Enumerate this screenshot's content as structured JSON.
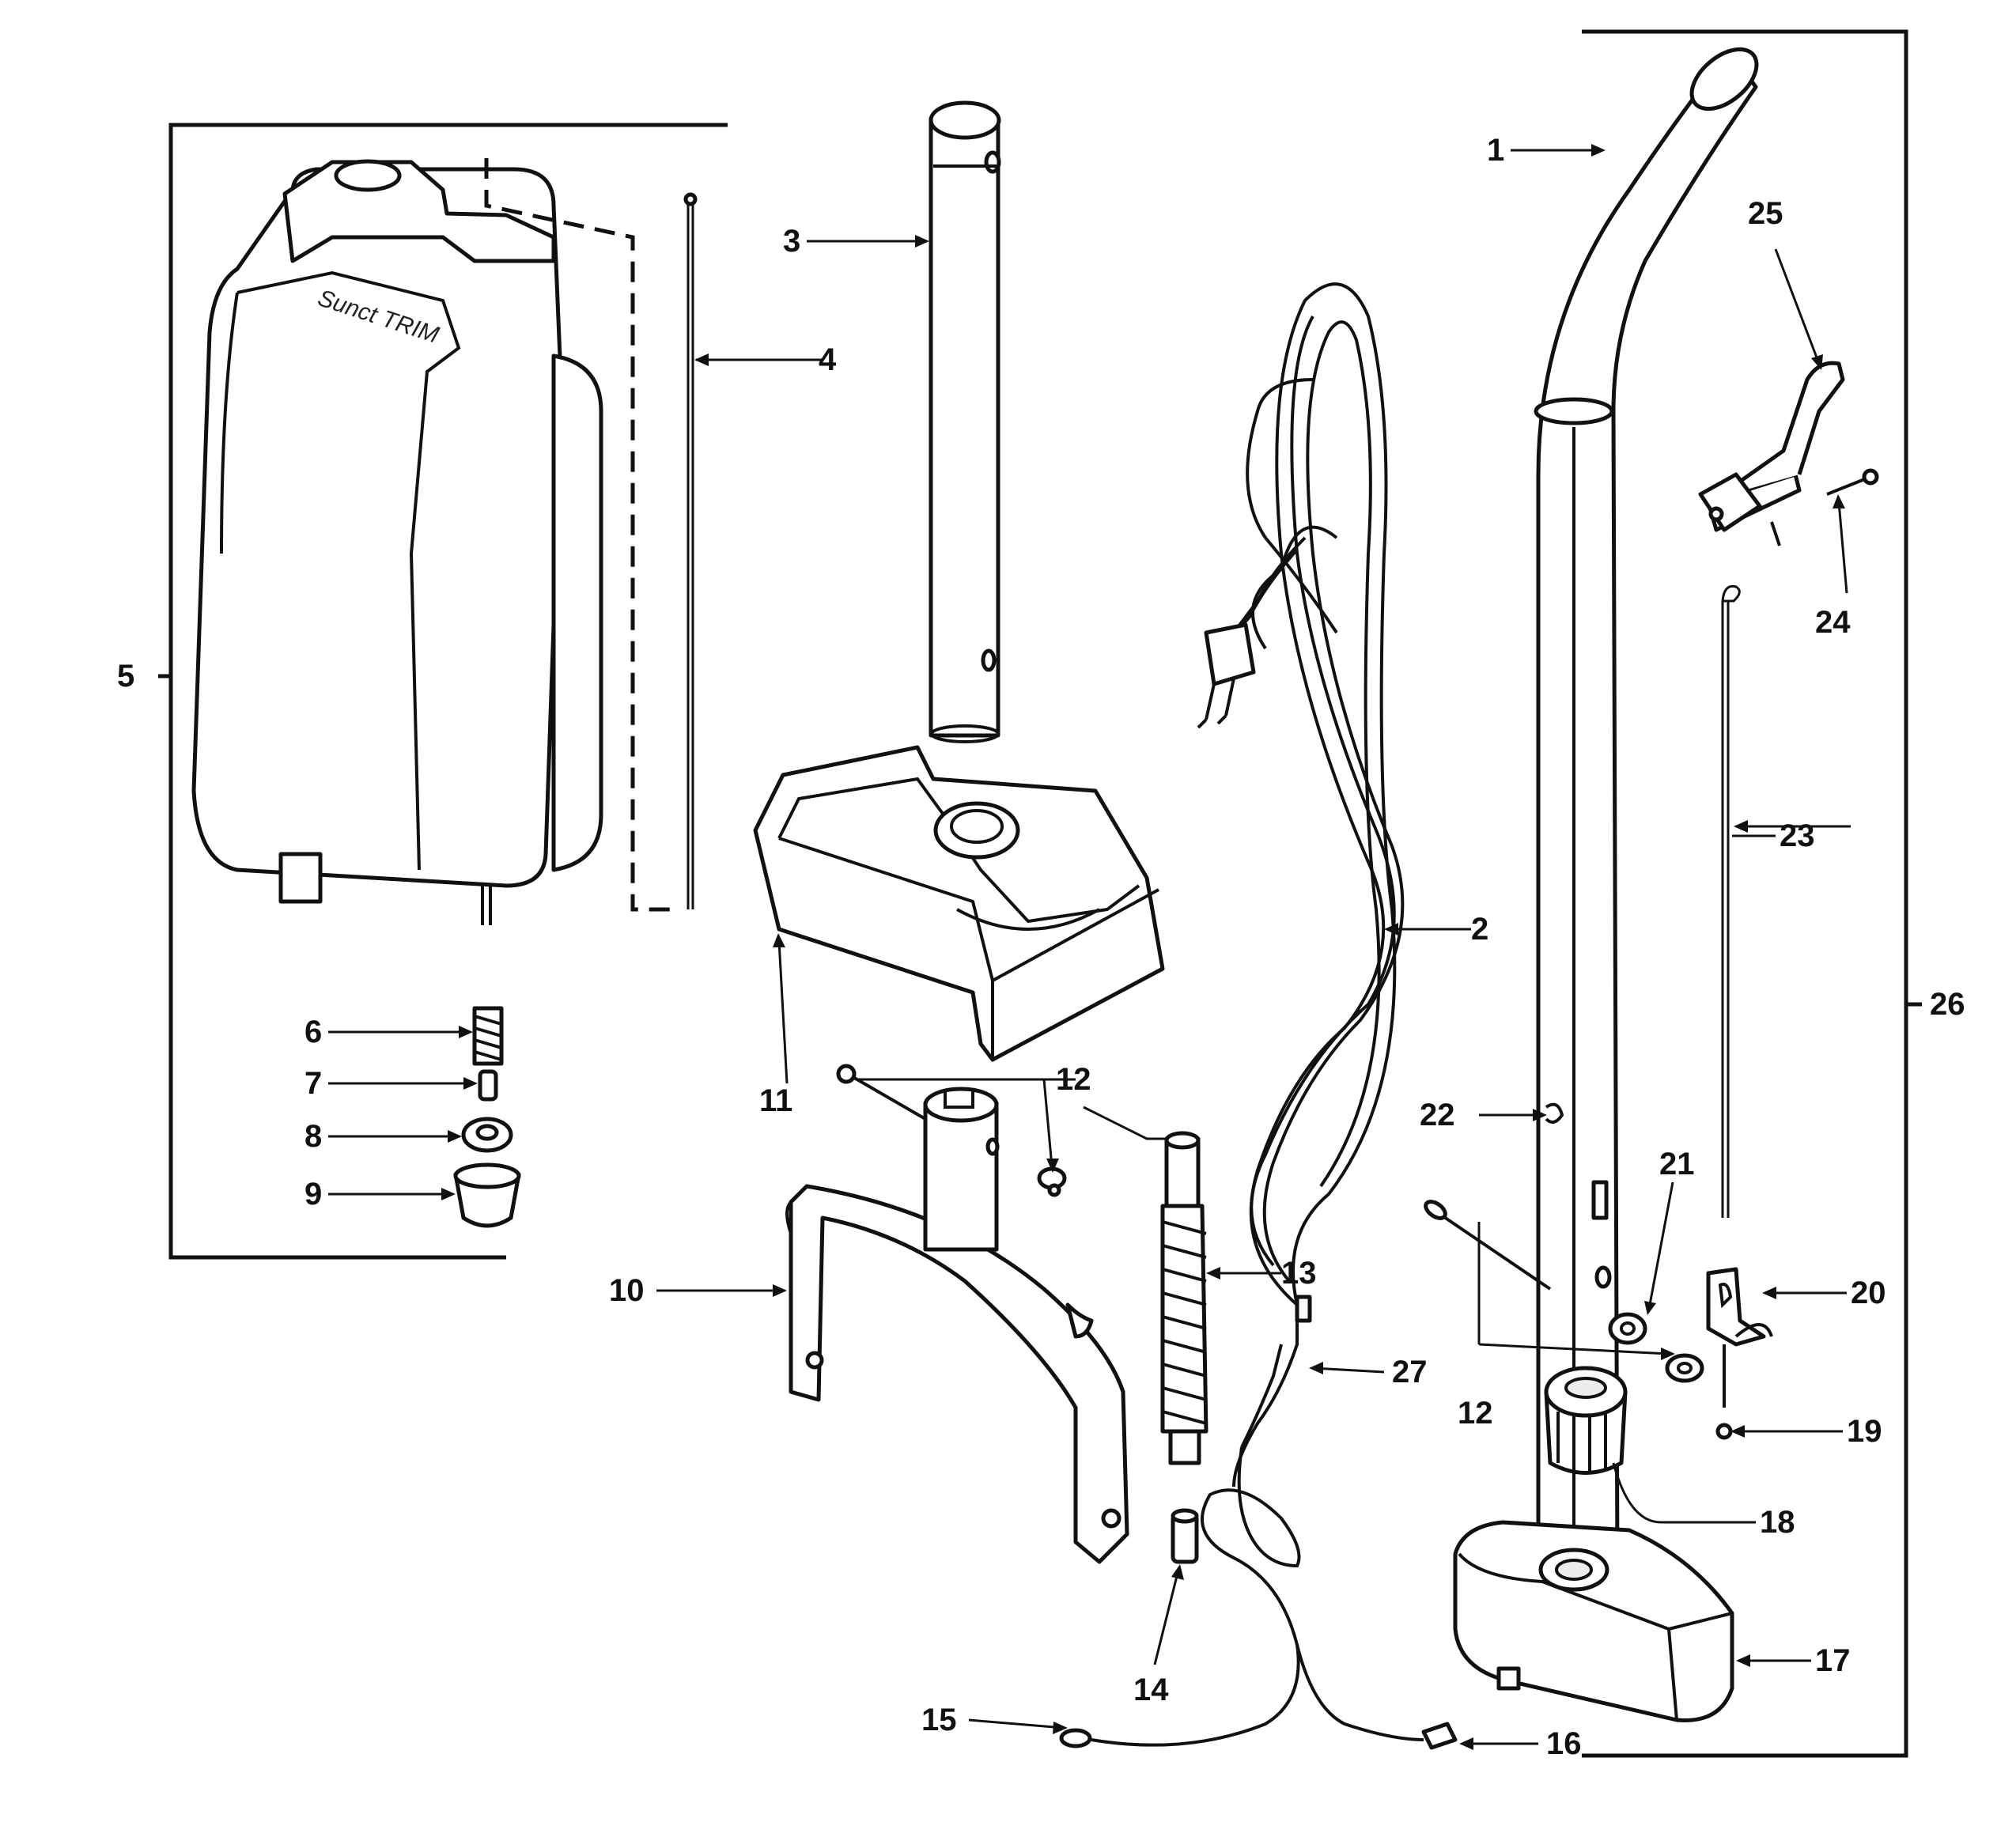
{
  "diagram": {
    "labels": [
      {
        "num": "1",
        "part": "handle-tube-curved"
      },
      {
        "num": "2",
        "part": "power-cord"
      },
      {
        "num": "3",
        "part": "upper-tube"
      },
      {
        "num": "4",
        "part": "rod"
      },
      {
        "num": "5",
        "part": "bag-housing-assembly"
      },
      {
        "num": "6",
        "part": "spring"
      },
      {
        "num": "7",
        "part": "pin"
      },
      {
        "num": "8",
        "part": "washer"
      },
      {
        "num": "9",
        "part": "cap"
      },
      {
        "num": "10",
        "part": "bracket"
      },
      {
        "num": "11",
        "part": "tray"
      },
      {
        "num": "12",
        "part": "screw"
      },
      {
        "num": "13",
        "part": "spring-assembly"
      },
      {
        "num": "14",
        "part": "ferrule"
      },
      {
        "num": "15",
        "part": "cord-end-fitting"
      },
      {
        "num": "16",
        "part": "cord-clip"
      },
      {
        "num": "17",
        "part": "base-block"
      },
      {
        "num": "18",
        "part": "knob"
      },
      {
        "num": "19",
        "part": "rivet"
      },
      {
        "num": "20",
        "part": "clamp-bracket"
      },
      {
        "num": "21",
        "part": "nut"
      },
      {
        "num": "22",
        "part": "hook"
      },
      {
        "num": "23",
        "part": "wire-rod"
      },
      {
        "num": "24",
        "part": "small-pin"
      },
      {
        "num": "25",
        "part": "lever"
      },
      {
        "num": "26",
        "part": "handle-assembly"
      },
      {
        "num": "27",
        "part": "cord-connector"
      },
      {
        "num": "12",
        "part": "screw-upper"
      }
    ],
    "housing_brand": "Sunct TRIM"
  }
}
